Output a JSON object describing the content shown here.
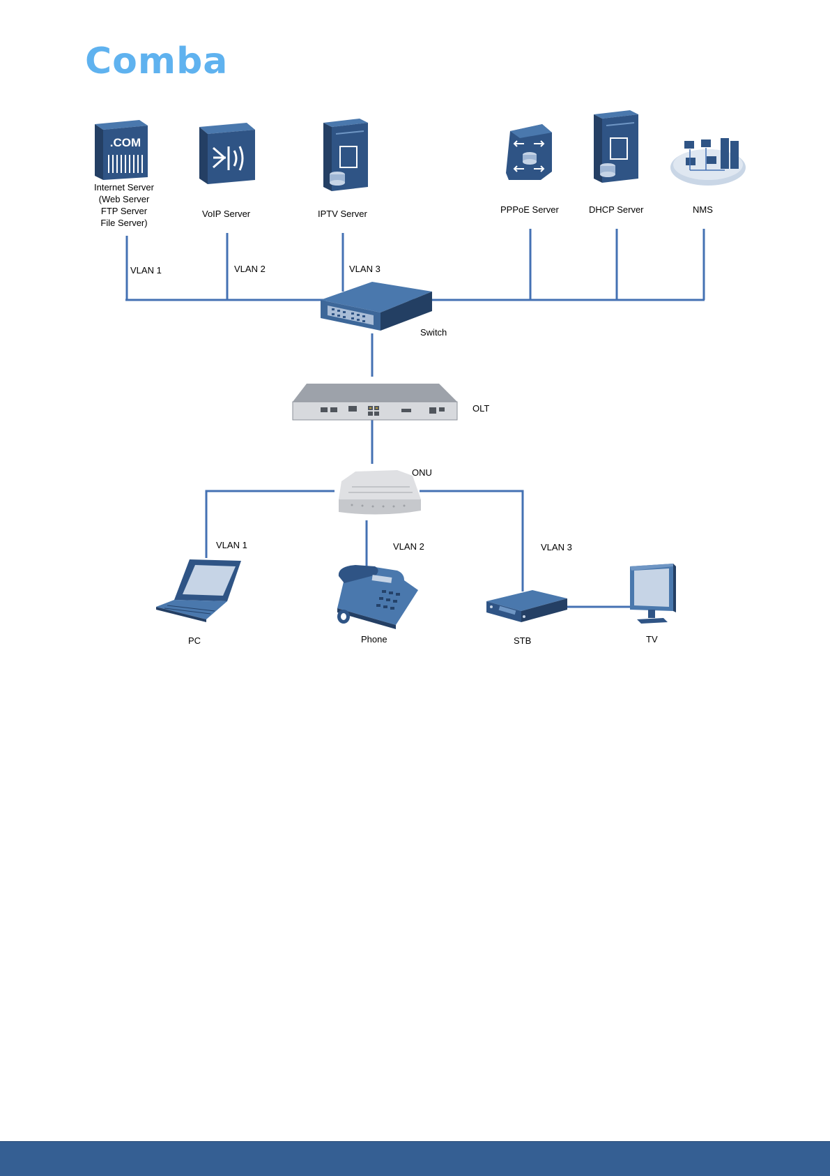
{
  "logo": {
    "text": "Comba"
  },
  "colors": {
    "line": "#4471b3",
    "device": "#2f5485",
    "device_light": "#4a78ad",
    "logo": "#5fb2ef",
    "footer": "#355f93"
  },
  "servers": [
    {
      "id": "internet",
      "label_lines": [
        "Internet Server",
        "(Web Server",
        "FTP Server",
        "File Server)"
      ],
      "icon": "internet-server-icon"
    },
    {
      "id": "voip",
      "label": "VoIP Server",
      "icon": "voip-server-icon"
    },
    {
      "id": "iptv",
      "label": "IPTV Server",
      "icon": "iptv-server-icon"
    },
    {
      "id": "pppoe",
      "label": "PPPoE Server",
      "icon": "pppoe-server-icon"
    },
    {
      "id": "dhcp",
      "label": "DHCP Server",
      "icon": "dhcp-server-icon"
    },
    {
      "id": "nms",
      "label": "NMS",
      "icon": "nms-icon"
    }
  ],
  "upper_vlans": [
    "VLAN 1",
    "VLAN 2",
    "VLAN 3"
  ],
  "switch": {
    "label": "Switch",
    "icon": "switch-icon"
  },
  "olt": {
    "label": "OLT",
    "icon": "olt-icon"
  },
  "onu": {
    "label": "ONU",
    "icon": "onu-icon"
  },
  "lower_vlans": [
    "VLAN 1",
    "VLAN 2",
    "VLAN 3"
  ],
  "clients": [
    {
      "id": "pc",
      "label": "PC",
      "icon": "laptop-icon"
    },
    {
      "id": "phone",
      "label": "Phone",
      "icon": "phone-icon"
    },
    {
      "id": "stb",
      "label": "STB",
      "icon": "set-top-box-icon"
    },
    {
      "id": "tv",
      "label": "TV",
      "icon": "tv-icon"
    }
  ]
}
